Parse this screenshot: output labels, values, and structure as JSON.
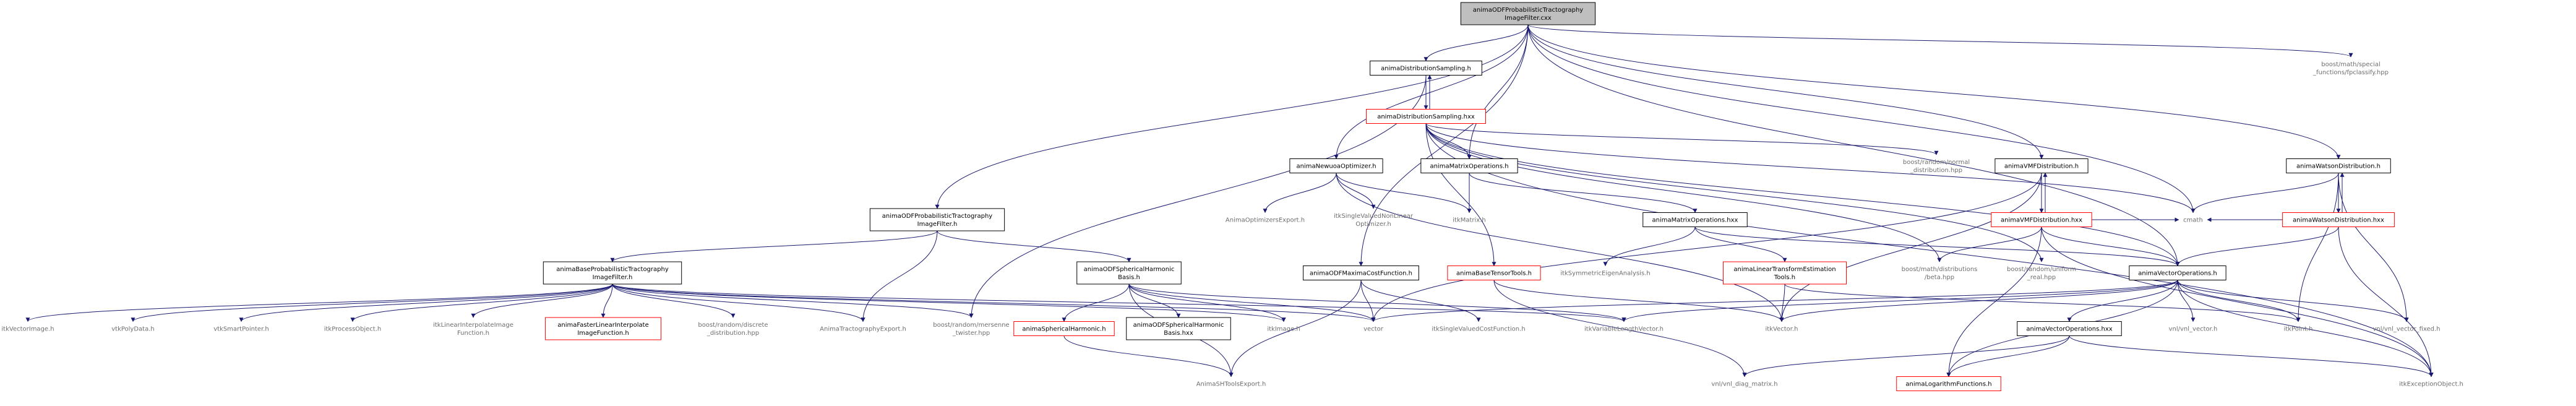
{
  "nodes": [
    {
      "id": "root",
      "lines": [
        "animaODFProbabilisticTractography",
        "ImageFilter.cxx"
      ],
      "style": "root"
    },
    {
      "id": "distSampH",
      "lines": [
        "animaDistributionSampling.h"
      ],
      "style": "box"
    },
    {
      "id": "boostSpecial",
      "lines": [
        "boost/math/special",
        "_functions/fpclassify.hpp"
      ],
      "style": "plain"
    },
    {
      "id": "distSampHxx",
      "lines": [
        "animaDistributionSampling.hxx"
      ],
      "style": "red"
    },
    {
      "id": "newuoaH",
      "lines": [
        "animaNewuoaOptimizer.h"
      ],
      "style": "box"
    },
    {
      "id": "matrixOpsH",
      "lines": [
        "animaMatrixOperations.h"
      ],
      "style": "box"
    },
    {
      "id": "boostNormal",
      "lines": [
        "boost/random/normal",
        "_distribution.hpp"
      ],
      "style": "plain"
    },
    {
      "id": "vmfH",
      "lines": [
        "animaVMFDistribution.h"
      ],
      "style": "box"
    },
    {
      "id": "watsonH",
      "lines": [
        "animaWatsonDistribution.h"
      ],
      "style": "box"
    },
    {
      "id": "odfFilterH",
      "lines": [
        "animaODFProbabilisticTractography",
        "ImageFilter.h"
      ],
      "style": "box"
    },
    {
      "id": "optimizersExport",
      "lines": [
        "AnimaOptimizersExport.h"
      ],
      "style": "plain"
    },
    {
      "id": "itkSingleValuedNLO",
      "lines": [
        "itkSingleValuedNonLinear",
        "Optimizer.h"
      ],
      "style": "plain"
    },
    {
      "id": "itkMatrix",
      "lines": [
        "itkMatrix.h"
      ],
      "style": "plain"
    },
    {
      "id": "matrixOpsHxx",
      "lines": [
        "animaMatrixOperations.hxx"
      ],
      "style": "box"
    },
    {
      "id": "vmfHxx",
      "lines": [
        "animaVMFDistribution.hxx"
      ],
      "style": "red"
    },
    {
      "id": "watsonHxx",
      "lines": [
        "animaWatsonDistribution.hxx"
      ],
      "style": "red"
    },
    {
      "id": "cmath",
      "lines": [
        "cmath"
      ],
      "style": "plain"
    },
    {
      "id": "baseFilterH",
      "lines": [
        "animaBaseProbabilisticTractography",
        "ImageFilter.h"
      ],
      "style": "box"
    },
    {
      "id": "odfShBasisH",
      "lines": [
        "animaODFSphericalHarmonic",
        "Basis.h"
      ],
      "style": "box"
    },
    {
      "id": "odfMaxCostH",
      "lines": [
        "animaODFMaximaCostFunction.h"
      ],
      "style": "box"
    },
    {
      "id": "baseTensorTools",
      "lines": [
        "animaBaseTensorTools.h"
      ],
      "style": "red"
    },
    {
      "id": "itkSymEig",
      "lines": [
        "itkSymmetricEigenAnalysis.h"
      ],
      "style": "plain"
    },
    {
      "id": "linTransformTools",
      "lines": [
        "animaLinearTransformEstimation",
        "Tools.h"
      ],
      "style": "red"
    },
    {
      "id": "boostBeta",
      "lines": [
        "boost/math/distributions",
        "/beta.hpp"
      ],
      "style": "plain"
    },
    {
      "id": "boostUniformReal",
      "lines": [
        "boost/random/uniform",
        "_real.hpp"
      ],
      "style": "plain"
    },
    {
      "id": "vectorOpsH",
      "lines": [
        "animaVectorOperations.h"
      ],
      "style": "box"
    },
    {
      "id": "itkVectorImage",
      "lines": [
        "itkVectorImage.h"
      ],
      "style": "plain"
    },
    {
      "id": "vtkPolyData",
      "lines": [
        "vtkPolyData.h"
      ],
      "style": "plain"
    },
    {
      "id": "vtkSmartPointer",
      "lines": [
        "vtkSmartPointer.h"
      ],
      "style": "plain"
    },
    {
      "id": "itkProcessObject",
      "lines": [
        "itkProcessObject.h"
      ],
      "style": "plain"
    },
    {
      "id": "itkLinearInterp",
      "lines": [
        "itkLinearInterpolateImage",
        "Function.h"
      ],
      "style": "plain"
    },
    {
      "id": "animaFasterLinInterp",
      "lines": [
        "animaFasterLinearInterpolate",
        "ImageFunction.h"
      ],
      "style": "red"
    },
    {
      "id": "boostDiscrete",
      "lines": [
        "boost/random/discrete",
        "_distribution.hpp"
      ],
      "style": "plain"
    },
    {
      "id": "tractographyExport",
      "lines": [
        "AnimaTractographyExport.h"
      ],
      "style": "plain"
    },
    {
      "id": "boostMersenne",
      "lines": [
        "boost/random/mersenne",
        "_twister.hpp"
      ],
      "style": "plain"
    },
    {
      "id": "sphericalHarmonicH",
      "lines": [
        "animaSphericalHarmonic.h"
      ],
      "style": "red"
    },
    {
      "id": "odfShBasisHxx",
      "lines": [
        "animaODFSphericalHarmonic",
        "Basis.hxx"
      ],
      "style": "box"
    },
    {
      "id": "itkImage",
      "lines": [
        "itkImage.h"
      ],
      "style": "plain"
    },
    {
      "id": "vector",
      "lines": [
        "vector"
      ],
      "style": "plain"
    },
    {
      "id": "itkSingleValuedCost",
      "lines": [
        "itkSingleValuedCostFunction.h"
      ],
      "style": "plain"
    },
    {
      "id": "itkVarLenVector",
      "lines": [
        "itkVariableLengthVector.h"
      ],
      "style": "plain"
    },
    {
      "id": "itkVector",
      "lines": [
        "itkVector.h"
      ],
      "style": "plain"
    },
    {
      "id": "vectorOpsHxx",
      "lines": [
        "animaVectorOperations.hxx"
      ],
      "style": "box"
    },
    {
      "id": "vnlVector",
      "lines": [
        "vnl/vnl_vector.h"
      ],
      "style": "plain"
    },
    {
      "id": "itkPoint",
      "lines": [
        "itkPoint.h"
      ],
      "style": "plain"
    },
    {
      "id": "vnlVectorFixed",
      "lines": [
        "vnl/vnl_vector_fixed.h"
      ],
      "style": "plain"
    },
    {
      "id": "shToolsExport",
      "lines": [
        "AnimaSHToolsExport.h"
      ],
      "style": "plain"
    },
    {
      "id": "vnlDiagMatrix",
      "lines": [
        "vnl/vnl_diag_matrix.h"
      ],
      "style": "plain"
    },
    {
      "id": "logFunctions",
      "lines": [
        "animaLogarithmFunctions.h"
      ],
      "style": "red"
    },
    {
      "id": "itkException",
      "lines": [
        "itkExceptionObject.h"
      ],
      "style": "plain"
    }
  ],
  "edges": [
    [
      "root",
      "distSampH"
    ],
    [
      "root",
      "boostSpecial"
    ],
    [
      "root",
      "newuoaH"
    ],
    [
      "root",
      "matrixOpsH"
    ],
    [
      "root",
      "vmfH"
    ],
    [
      "root",
      "watsonH"
    ],
    [
      "root",
      "odfFilterH"
    ],
    [
      "root",
      "odfMaxCostH"
    ],
    [
      "root",
      "vectorOpsH"
    ],
    [
      "root",
      "cmath"
    ],
    [
      "distSampH",
      "distSampHxx"
    ],
    [
      "distSampH",
      "boostMersenne"
    ],
    [
      "distSampHxx",
      "distSampH"
    ],
    [
      "distSampHxx",
      "boostNormal"
    ],
    [
      "distSampHxx",
      "boostBeta"
    ],
    [
      "distSampHxx",
      "boostUniformReal"
    ],
    [
      "distSampHxx",
      "vectorOpsH"
    ],
    [
      "distSampHxx",
      "matrixOpsH"
    ],
    [
      "distSampHxx",
      "baseTensorTools"
    ],
    [
      "distSampHxx",
      "itkException"
    ],
    [
      "distSampHxx",
      "cmath"
    ],
    [
      "newuoaH",
      "optimizersExport"
    ],
    [
      "newuoaH",
      "itkSingleValuedNLO"
    ],
    [
      "newuoaH",
      "itkMatrix"
    ],
    [
      "newuoaH",
      "itkVector"
    ],
    [
      "matrixOpsH",
      "itkMatrix"
    ],
    [
      "matrixOpsH",
      "matrixOpsHxx"
    ],
    [
      "matrixOpsHxx",
      "itkSymEig"
    ],
    [
      "matrixOpsHxx",
      "linTransformTools"
    ],
    [
      "matrixOpsHxx",
      "vectorOpsH"
    ],
    [
      "vmfH",
      "vmfHxx"
    ],
    [
      "vmfH",
      "itkVector"
    ],
    [
      "vmfH",
      "vector"
    ],
    [
      "vmfHxx",
      "vmfH"
    ],
    [
      "vmfHxx",
      "vectorOpsH"
    ],
    [
      "vmfHxx",
      "boostBeta"
    ],
    [
      "vmfHxx",
      "cmath"
    ],
    [
      "vmfHxx",
      "logFunctions"
    ],
    [
      "vmfHxx",
      "itkException"
    ],
    [
      "watsonH",
      "watsonHxx"
    ],
    [
      "watsonH",
      "itkPoint"
    ],
    [
      "watsonH",
      "vnlVectorFixed"
    ],
    [
      "watsonH",
      "cmath"
    ],
    [
      "watsonHxx",
      "watsonH"
    ],
    [
      "watsonHxx",
      "vectorOpsH"
    ],
    [
      "watsonHxx",
      "cmath"
    ],
    [
      "watsonHxx",
      "itkException"
    ],
    [
      "odfFilterH",
      "baseFilterH"
    ],
    [
      "odfFilterH",
      "odfShBasisH"
    ],
    [
      "odfFilterH",
      "tractographyExport"
    ],
    [
      "baseFilterH",
      "itkVectorImage"
    ],
    [
      "baseFilterH",
      "vtkPolyData"
    ],
    [
      "baseFilterH",
      "vtkSmartPointer"
    ],
    [
      "baseFilterH",
      "itkProcessObject"
    ],
    [
      "baseFilterH",
      "itkLinearInterp"
    ],
    [
      "baseFilterH",
      "animaFasterLinInterp"
    ],
    [
      "baseFilterH",
      "boostDiscrete"
    ],
    [
      "baseFilterH",
      "tractographyExport"
    ],
    [
      "baseFilterH",
      "boostMersenne"
    ],
    [
      "baseFilterH",
      "itkImage"
    ],
    [
      "baseFilterH",
      "vector"
    ],
    [
      "baseFilterH",
      "itkVarLenVector"
    ],
    [
      "odfShBasisH",
      "sphericalHarmonicH"
    ],
    [
      "odfShBasisH",
      "odfShBasisHxx"
    ],
    [
      "odfShBasisH",
      "itkImage"
    ],
    [
      "odfShBasisH",
      "vector"
    ],
    [
      "odfShBasisH",
      "shToolsExport"
    ],
    [
      "odfShBasisH",
      "itkVarLenVector"
    ],
    [
      "sphericalHarmonicH",
      "shToolsExport"
    ],
    [
      "odfMaxCostH",
      "itkSingleValuedCost"
    ],
    [
      "odfMaxCostH",
      "vector"
    ],
    [
      "odfMaxCostH",
      "shToolsExport"
    ],
    [
      "baseTensorTools",
      "itkVector"
    ],
    [
      "baseTensorTools",
      "vnlDiagMatrix"
    ],
    [
      "linTransformTools",
      "itkVector"
    ],
    [
      "linTransformTools",
      "itkPoint"
    ],
    [
      "vectorOpsH",
      "itkVector"
    ],
    [
      "vectorOpsH",
      "vnlVector"
    ],
    [
      "vectorOpsH",
      "itkPoint"
    ],
    [
      "vectorOpsH",
      "vnlVectorFixed"
    ],
    [
      "vectorOpsH",
      "itkVarLenVector"
    ],
    [
      "vectorOpsH",
      "vector"
    ],
    [
      "vectorOpsH",
      "vectorOpsHxx"
    ],
    [
      "vectorOpsH",
      "itkException"
    ],
    [
      "vectorOpsH",
      "logFunctions"
    ],
    [
      "vectorOpsHxx",
      "vnlDiagMatrix"
    ],
    [
      "vectorOpsHxx",
      "logFunctions"
    ],
    [
      "vectorOpsHxx",
      "itkException"
    ]
  ]
}
